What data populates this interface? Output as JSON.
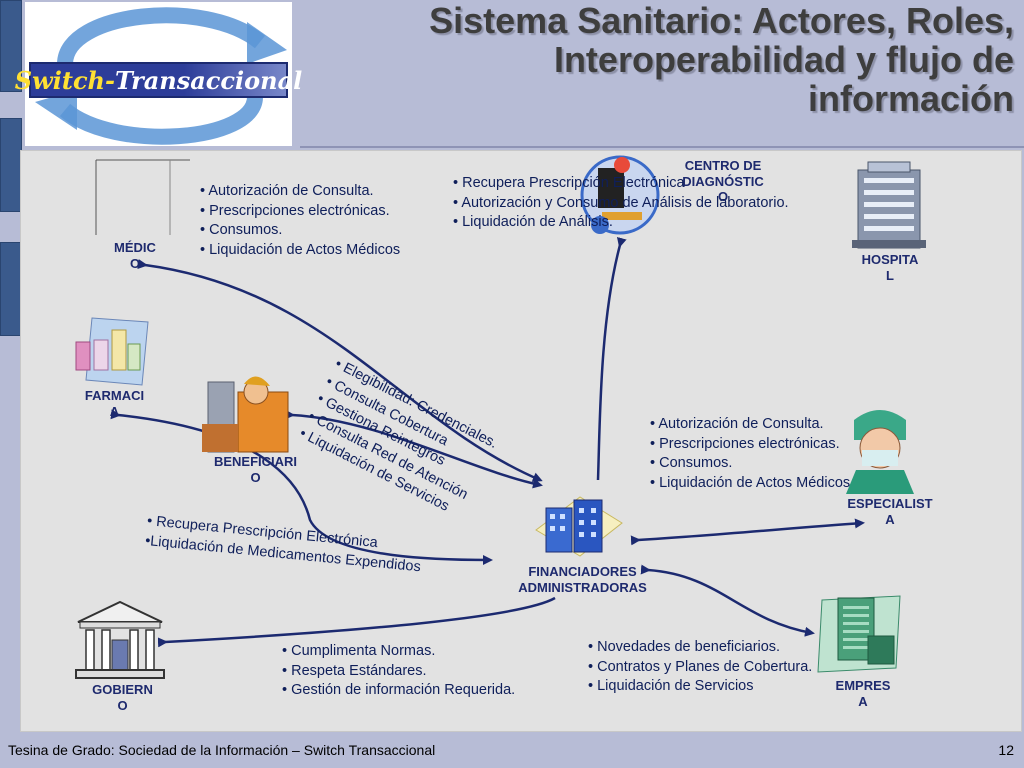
{
  "title": {
    "line1": "Sistema Sanitario: Actores, Roles,",
    "line2": "Interoperabilidad y flujo de",
    "line3": "información"
  },
  "logo": {
    "part1": "Switch-",
    "part2": "Transaccional"
  },
  "actors": {
    "medico": {
      "l1": "MÉDIC",
      "l2": "O"
    },
    "centro": {
      "l1": "CENTRO DE",
      "l2": "DIAGNÓSTIC",
      "l3": "O"
    },
    "hospital": {
      "l1": "HOSPITA",
      "l2": "L"
    },
    "farmacia": {
      "l1": "FARMACI",
      "l2": "A"
    },
    "beneficiario": {
      "l1": "BENEFICIARI",
      "l2": "O"
    },
    "especialista": {
      "l1": "ESPECIALIST",
      "l2": "A"
    },
    "financiadores": {
      "l1": "FINANCIADORES",
      "l2": "ADMINISTRADORAS"
    },
    "gobierno": {
      "l1": "GOBIERN",
      "l2": "O"
    },
    "empresa": {
      "l1": "EMPRES",
      "l2": "A"
    }
  },
  "notes": {
    "medico": [
      "Autorización de Consulta.",
      "Prescripciones electrónicas.",
      "Consumos.",
      "Liquidación de Actos Médicos"
    ],
    "centro": [
      "Recupera Prescripción Electrónica",
      "Autorización y Consumo de Análisis de laboratorio.",
      "Liquidación de Análisis."
    ],
    "beneficiario": [
      "Elegibilidad: Credenciales.",
      "Consulta Cobertura",
      "Gestiona Reintegros",
      "Consulta Red de Atención",
      "Liquidación de Servicios"
    ],
    "especialista": [
      "Autorización de Consulta.",
      "Prescripciones electrónicas.",
      "Consumos.",
      "Liquidación de Actos Médicos"
    ],
    "farmacia": [
      "• Recupera Prescripción Electrónica",
      "•Liquidación de Medicamentos Expendidos"
    ],
    "gobierno": [
      "Cumplimenta Normas.",
      "Respeta Estándares.",
      "Gestión de información Requerida."
    ],
    "empresa": [
      "Novedades de beneficiarios.",
      "Contratos y Planes de Cobertura.",
      "Liquidación de Servicios"
    ]
  },
  "footer": {
    "text": "Tesina de Grado: Sociedad de la Información – Switch Transaccional",
    "page": "12"
  },
  "colors": {
    "arrow": "#1c2a70",
    "text": "#0f1f5a",
    "title": "#3e3e3e",
    "background": "#b7bcd6",
    "panel": "#e2e2e2"
  }
}
